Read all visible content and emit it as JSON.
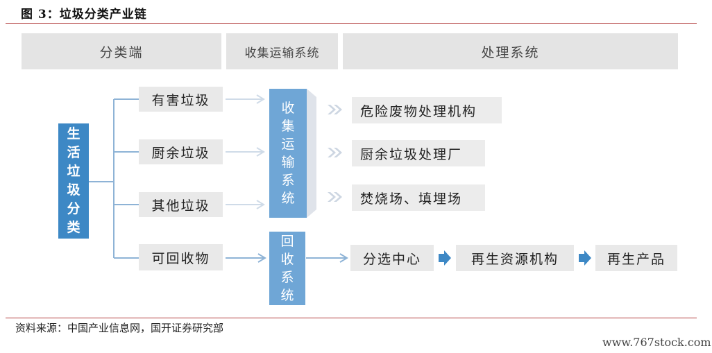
{
  "figure_title": "图 3：垃圾分类产业链",
  "headers": {
    "classification": "分类端",
    "transport": "收集运输系统",
    "treatment": "处理系统"
  },
  "root": [
    "生",
    "活",
    "垃",
    "圾",
    "分",
    "类"
  ],
  "categories": [
    "有害垃圾",
    "厨余垃圾",
    "其他垃圾",
    "可回收物"
  ],
  "collection_system": [
    "收",
    "集",
    "运",
    "输",
    "系",
    "统"
  ],
  "recycling_system": [
    "回",
    "收",
    "系",
    "统"
  ],
  "destinations": [
    "危险废物处理机构",
    "厨余垃圾处理厂",
    "焚烧场、填埋场"
  ],
  "recycle_chain": [
    "分选中心",
    "再生资源机构",
    "再生产品"
  ],
  "source": "资料来源：中国产业信息网，国开证券研究部",
  "watermark": "www.767stock.com",
  "colors": {
    "accent_line": "#b13a3a",
    "box_blue": "#3d88c5",
    "box_light_blue": "#6fa6d6",
    "box_gray": "#e9e9e9",
    "connector": "#8eb3d6"
  }
}
